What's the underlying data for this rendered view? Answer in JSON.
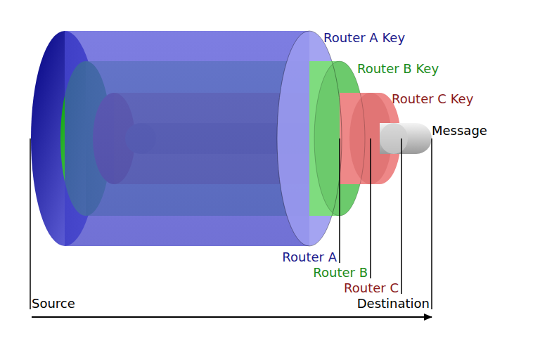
{
  "diagram": {
    "labels": [
      "Router A Key",
      "Router B Key",
      "Router C Key",
      "Message",
      "Router A",
      "Router B",
      "Router C",
      "Source",
      "Destination"
    ]
  }
}
